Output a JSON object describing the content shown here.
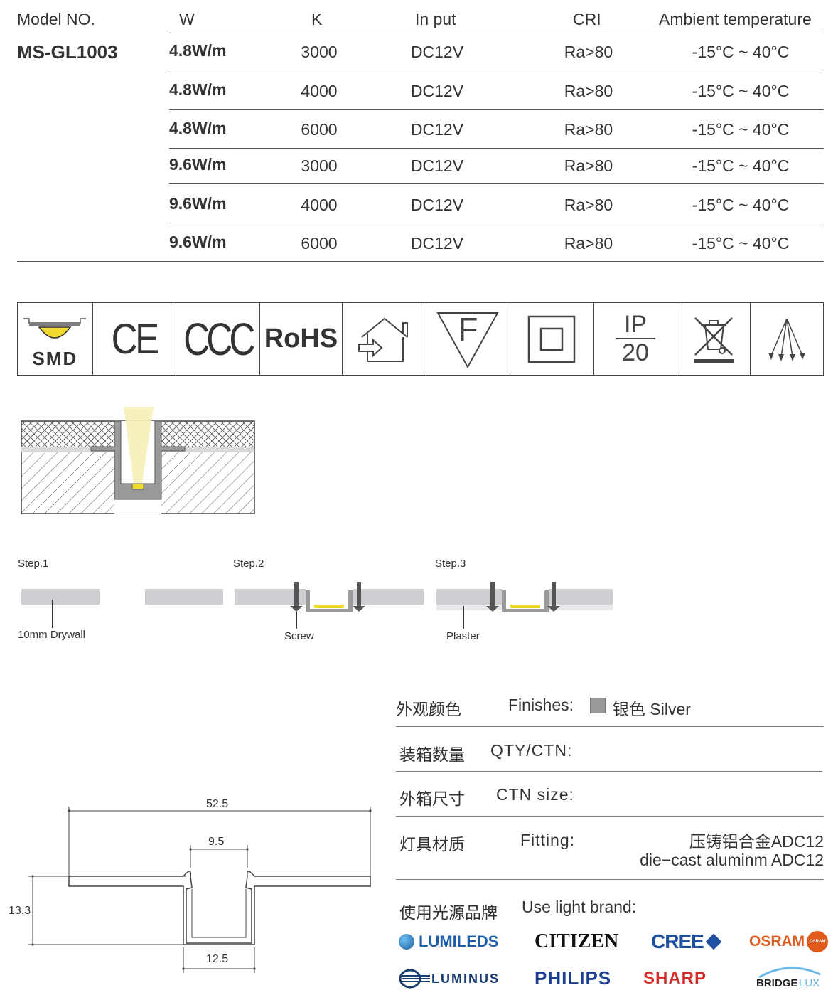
{
  "table": {
    "headers": [
      "Model NO.",
      "W",
      "K",
      "In put",
      "CRI",
      "Ambient temperature"
    ],
    "model": "MS-GL1003",
    "rows": [
      {
        "w": "4.8W/m",
        "k": "3000",
        "input": "DC12V",
        "cri": "Ra>80",
        "temp": "-15°C ~ 40°C"
      },
      {
        "w": "4.8W/m",
        "k": "4000",
        "input": "DC12V",
        "cri": "Ra>80",
        "temp": "-15°C ~ 40°C"
      },
      {
        "w": "4.8W/m",
        "k": "6000",
        "input": "DC12V",
        "cri": "Ra>80",
        "temp": "-15°C ~ 40°C"
      },
      {
        "w": "9.6W/m",
        "k": "3000",
        "input": "DC12V",
        "cri": "Ra>80",
        "temp": "-15°C ~ 40°C"
      },
      {
        "w": "9.6W/m",
        "k": "4000",
        "input": "DC12V",
        "cri": "Ra>80",
        "temp": "-15°C ~ 40°C"
      },
      {
        "w": "9.6W/m",
        "k": "6000",
        "input": "DC12V",
        "cri": "Ra>80",
        "temp": "-15°C ~ 40°C"
      }
    ]
  },
  "certs": {
    "smd": "SMD",
    "ce": "CE",
    "ccc": "CCC",
    "rohs": "RoHS",
    "f": "F",
    "ip_top": "IP",
    "ip_num": "20"
  },
  "steps": {
    "step1": "Step.1",
    "step2": "Step.2",
    "step3": "Step.3",
    "drywall": "10mm Drywall",
    "screw": "Screw",
    "plaster": "Plaster"
  },
  "dims": {
    "width_total": "52.5",
    "inner_top": "9.5",
    "height": "13.3",
    "bottom": "12.5"
  },
  "specs": {
    "finish_cn": "外观颜色",
    "finish_en": "Finishes:",
    "finish_value": "银色 Silver",
    "finish_swatch": "#999999",
    "qty_cn": "装箱数量",
    "qty_en": "QTY/CTN:",
    "ctn_cn": "外箱尺寸",
    "ctn_en": "CTN size:",
    "fitting_cn": "灯具材质",
    "fitting_en": "Fitting:",
    "fitting_value_cn": "压铸铝合金ADC12",
    "fitting_value_en": "die−cast aluminm ADC12",
    "brand_cn": "使用光源品牌",
    "brand_en": "Use light brand:"
  },
  "brands": {
    "lumileds": "LUMILEDS",
    "citizen": "CITIZEN",
    "cree": "CREE",
    "osram": "OSRAM",
    "osram_badge": "OSRAM",
    "luminus": "LUMINUS",
    "philips": "PHILIPS",
    "sharp": "SHARP",
    "bridgelux_a": "BRIDGE",
    "bridgelux_b": "LUX"
  }
}
